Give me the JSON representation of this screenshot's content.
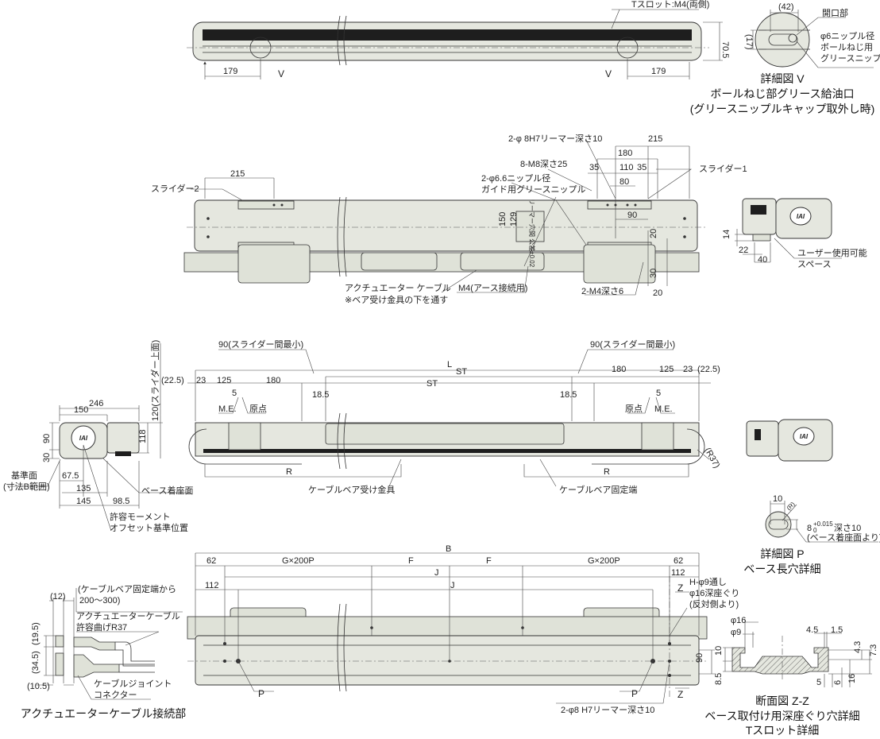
{
  "colors": {
    "body": "#e5e7df",
    "line": "#333333",
    "dark_stripe": "#1e1e1e"
  },
  "top_view": {
    "tslot": "Tスロット:M4(両側)",
    "h70_5": "70.5",
    "d179_left": "179",
    "d179_right": "179",
    "v_left": "V",
    "v_right": "V"
  },
  "detail_v": {
    "d42": "(42)",
    "d17": "(17)",
    "opening": "開口部",
    "nipple1": "φ6ニップル径",
    "nipple2": "ボールねじ用",
    "nipple3": "グリースニップル",
    "title": "詳細図 V",
    "subtitle1": "ボールねじ部グリース給油口",
    "subtitle2": "(グリースニップルキャップ取外し時)"
  },
  "plan_view": {
    "reamer": "2-φ 8H7リーマー深さ10",
    "d215_right": "215",
    "d180": "180",
    "m8": "8-M8深さ25",
    "d35a": "35",
    "d110": "110",
    "d35b": "35",
    "nipple_a": "2-φ6.6ニップル径",
    "nipple_b": "ガイド用グリースニップル",
    "d80": "80",
    "slider1": "スライダー1",
    "d215_left": "215",
    "slider2": "スライダー2",
    "d90": "90",
    "d150": "150",
    "d129": "129",
    "reamer_tol": "リーマー穴間 公差±0.02",
    "d20a": "20",
    "d30": "30",
    "d20b": "20",
    "m4_depth": "2-M4深さ6",
    "cable1": "アクチュエーター ケーブル",
    "cable2": "※ベア受け金具の下を通す",
    "m4_earth": "M4(アース接続用)",
    "d14": "14",
    "d22": "22",
    "d40": "40",
    "user_space1": "ユーザー使用可能",
    "user_space2": "スペース"
  },
  "side_view": {
    "min_gap_left": "90(スライダー間最小)",
    "min_gap_right": "90(スライダー間最小)",
    "L": "L",
    "ST_top": "ST",
    "ST_bottom": "ST",
    "d22_5_left": "(22.5)",
    "d23_left": "23",
    "d125_left": "125",
    "d180_left": "180",
    "d180_right": "180",
    "d125_right": "125",
    "d23_right": "23",
    "d22_5_right": "(22.5)",
    "d5_left": "5",
    "d18_5_left": "18.5",
    "d18_5_right": "18.5",
    "d5_right": "5",
    "me_left": "M.E.",
    "origin_left": "原点",
    "origin_right": "原点",
    "me_right": "M.E.",
    "R_left": "R",
    "R_right": "R",
    "bearing_bracket": "ケーブルベア受け金具",
    "bearing_fixed": "ケーブルベア固定端",
    "r37": "(R37)"
  },
  "end_view": {
    "d246": "246",
    "d150": "150",
    "d90": "90",
    "d30": "30",
    "d118": "118",
    "d120": "120(スライダー上面)",
    "ref1": "基準面",
    "ref2": "(寸法B範囲)",
    "d67_5": "67.5",
    "d135": "135",
    "d145": "145",
    "d98_5": "98.5",
    "base_seat": "ベース着座面",
    "moment1": "許容モーメント",
    "moment2": "オフセット基準位置",
    "logo": "IAI"
  },
  "detail_p": {
    "d10": "10",
    "r": "(R)",
    "tol_main": "8",
    "tol_sup": "+0.015",
    "tol_sub": "0",
    "depth": "深さ10",
    "from": "(ベース着座面より)",
    "title": "詳細図 P",
    "subtitle": "ベース長穴詳細"
  },
  "bottom_view": {
    "B": "B",
    "d62_left": "62",
    "g_left": "G×200P",
    "f_left": "F",
    "f_right": "F",
    "g_right": "G×200P",
    "d62_right": "62",
    "J_top": "J",
    "d112_right": "112",
    "d112_left": "112",
    "J_bottom": "J",
    "z_top": "Z",
    "z_bottom": "Z",
    "h1": "H-φ9通し",
    "h2": "φ16深座ぐり",
    "h3": "(反対側より)",
    "p_left": "P",
    "p_right": "P",
    "reamer": "2-φ8 H7リーマー深さ10",
    "d90": "90"
  },
  "cable_connection": {
    "d12": "(12)",
    "from1": "(ケーブルベア固定端から",
    "from2": "200〜300)",
    "cable1": "アクチュエーターケーブル",
    "cable2": "許容曲げR37",
    "d19_5": "(19.5)",
    "d34_5": "(34.5)",
    "d10_5": "(10.5)",
    "joint1": "ケーブルジョイント",
    "joint2": "コネクター",
    "title": "アクチュエーターケーブル接続部"
  },
  "section_zz": {
    "phi16": "φ16",
    "phi9": "φ9",
    "d4_5": "4.5",
    "d1_5": "1.5",
    "d10": "10",
    "d4_3": "4.3",
    "d7_3": "7.3",
    "d8_5": "8.5",
    "d5": "5",
    "d6": "6",
    "d16": "16",
    "title": "断面図 Z-Z",
    "subtitle1": "ベース取付け用深座ぐり穴詳細",
    "subtitle2": "Tスロット詳細"
  }
}
